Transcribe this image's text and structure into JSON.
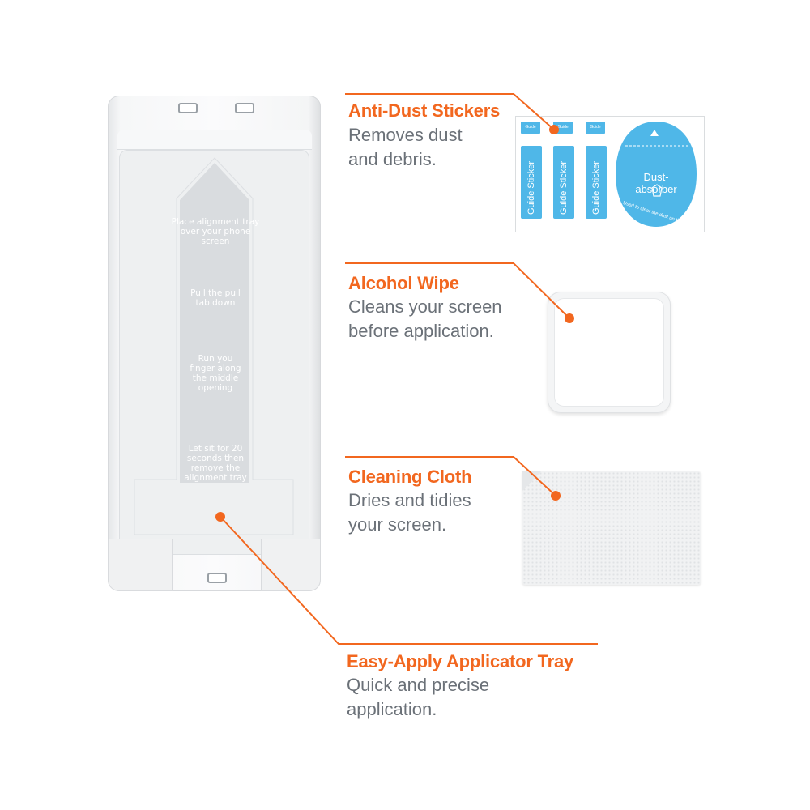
{
  "colors": {
    "accent": "#f2671f",
    "text": "#6b7178",
    "sticker_blue": "#4fb7e8"
  },
  "callouts": {
    "anti_dust": {
      "title": "Anti-Dust Stickers",
      "desc": [
        "Removes dust",
        "and debris."
      ]
    },
    "alcohol": {
      "title": "Alcohol Wipe",
      "desc": [
        "Cleans your screen",
        "before application."
      ]
    },
    "cloth": {
      "title": "Cleaning Cloth",
      "desc": [
        "Dries and tidies",
        "your screen."
      ]
    },
    "tray": {
      "title": "Easy-Apply Applicator Tray",
      "desc": [
        "Quick and precise",
        "application."
      ]
    }
  },
  "tray_instructions": [
    "Place alignment tray over your phone screen",
    "Pull the pull tab down",
    "Run you finger along the middle opening",
    "Let sit for 20 seconds then remove the alignment tray"
  ],
  "sticker_sheet": {
    "strip_header": "Guide Sticker",
    "strip_label": "Guide Sticker",
    "dust_title": "Dust-absorber",
    "dust_sub": "Used to clear the dust on the screen."
  }
}
